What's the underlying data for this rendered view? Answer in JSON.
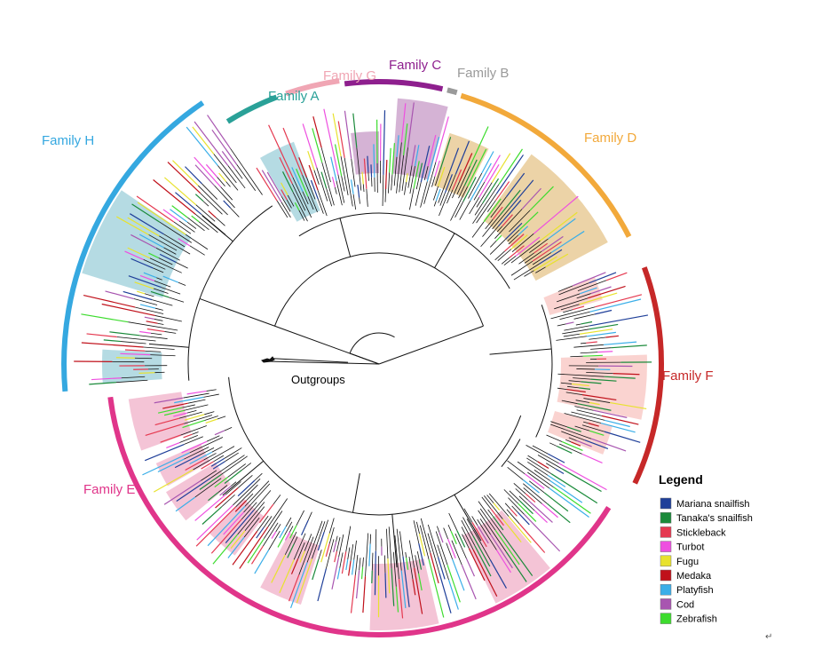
{
  "families": [
    {
      "key": "A",
      "label": "Family A",
      "color": "#2aa198"
    },
    {
      "key": "G",
      "label": "Family G",
      "color": "#f0a6b4"
    },
    {
      "key": "C",
      "label": "Family C",
      "color": "#8e1f8e"
    },
    {
      "key": "B",
      "label": "Family B",
      "color": "#9a9a9a"
    },
    {
      "key": "D",
      "label": "Family D",
      "color": "#f2a93b"
    },
    {
      "key": "F",
      "label": "Family F",
      "color": "#c62828"
    },
    {
      "key": "E",
      "label": "Family E",
      "color": "#e0358a"
    },
    {
      "key": "H",
      "label": "Family H",
      "color": "#35a8e0"
    }
  ],
  "outgroups_label": "Outgroups",
  "legend": {
    "title": "Legend",
    "items": [
      {
        "label": "Mariana snailfish",
        "color": "#1f3f99"
      },
      {
        "label": "Tanaka's snailfish",
        "color": "#1a8a3a"
      },
      {
        "label": "Stickleback",
        "color": "#e53950"
      },
      {
        "label": "Turbot",
        "color": "#ee4fe0"
      },
      {
        "label": "Fugu",
        "color": "#e8e22e"
      },
      {
        "label": "Medaka",
        "color": "#c0101a"
      },
      {
        "label": "Platyfish",
        "color": "#3aaee8"
      },
      {
        "label": "Cod",
        "color": "#a855b0"
      },
      {
        "label": "Zebrafish",
        "color": "#3ddc2e"
      }
    ]
  },
  "footer_mark": "↵"
}
